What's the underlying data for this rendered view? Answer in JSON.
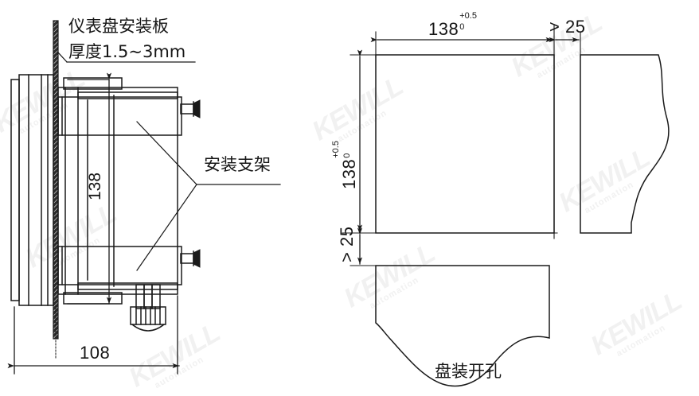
{
  "drawing": {
    "title_implicit": "Panel mounting dimension drawing",
    "background_color": "#ffffff",
    "line_color": "#1a1a1a",
    "watermark": {
      "main_text": "KEWILL",
      "sub_text": "automation",
      "color": "#f1f1f1",
      "rotation_deg": -30
    },
    "left_view": {
      "annotations": {
        "panel_plate_line1": "仪表盘安装板",
        "panel_plate_line2": "厚度1.5~3mm",
        "bracket_label": "安装支架"
      },
      "dimensions": {
        "height_label": "138",
        "depth_label": "108"
      }
    },
    "right_view": {
      "caption": "盘装开孔",
      "dimensions": {
        "width_value": "138",
        "width_tol_upper": "+0.5",
        "width_tol_lower": "0",
        "height_value": "138",
        "height_tol_upper": "+0.5",
        "height_tol_lower": "0",
        "gap_right_label": "> 25",
        "gap_bottom_label": "> 25"
      }
    }
  }
}
